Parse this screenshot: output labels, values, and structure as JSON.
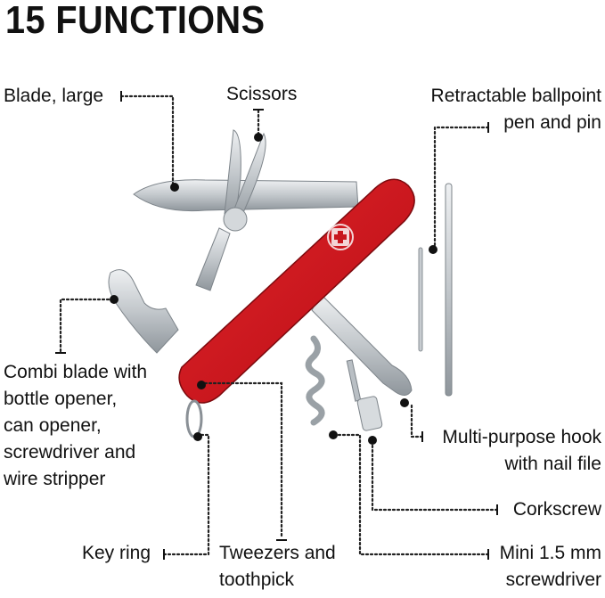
{
  "title": "15 FUNCTIONS",
  "labels": {
    "blade_large": "Blade, large",
    "scissors": "Scissors",
    "pen_line1": "Retractable ballpoint",
    "pen_line2": "pen and pin",
    "combi_line1": "Combi blade with",
    "combi_line2": "bottle opener,",
    "combi_line3": "can opener,",
    "combi_line4": "screwdriver and",
    "combi_line5": "wire stripper",
    "hook_line1": "Multi-purpose hook",
    "hook_line2": "with nail file",
    "corkscrew": "Corkscrew",
    "keyring": "Key ring",
    "tweezers_line1": "Tweezers and",
    "tweezers_line2": "toothpick",
    "mini_line1": "Mini 1.5 mm",
    "mini_line2": "screwdriver"
  },
  "colors": {
    "handle_red": "#c8161d",
    "steel": "#c9ced2",
    "leader": "#222222"
  },
  "icons": [
    "swiss-cross-shield-icon"
  ]
}
